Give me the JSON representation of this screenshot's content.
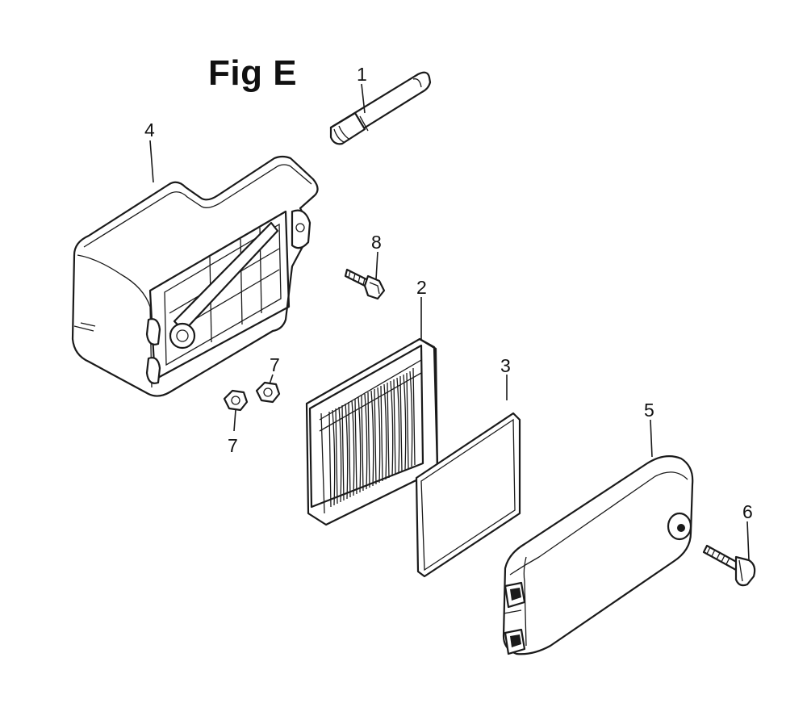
{
  "figure": {
    "title": "Fig E"
  },
  "callouts": [
    {
      "id": "c1",
      "label": "1"
    },
    {
      "id": "c2",
      "label": "2"
    },
    {
      "id": "c3",
      "label": "3"
    },
    {
      "id": "c4",
      "label": "4"
    },
    {
      "id": "c5",
      "label": "5"
    },
    {
      "id": "c6",
      "label": "6"
    },
    {
      "id": "c7a",
      "label": "7"
    },
    {
      "id": "c7b",
      "label": "7"
    },
    {
      "id": "c8",
      "label": "8"
    }
  ]
}
